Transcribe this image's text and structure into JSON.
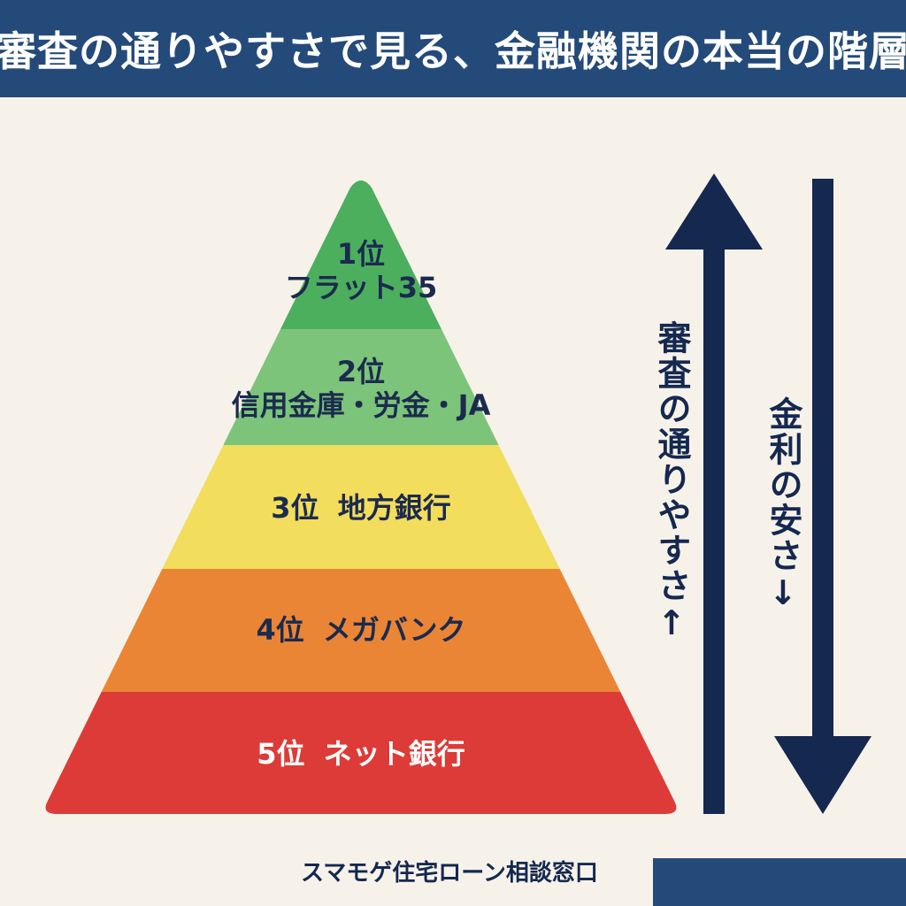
{
  "header": {
    "title": "審査の通りやすさで見る、金融機関の本当の階層"
  },
  "pyramid": {
    "tiers": [
      {
        "rank": "1位",
        "name": "フラット35",
        "color": "#4caf5e"
      },
      {
        "rank": "2位",
        "name": "信用金庫・労金・JA",
        "color": "#7cc47a"
      },
      {
        "rank": "3位",
        "name": "地方銀行",
        "color": "#f2dd5c"
      },
      {
        "rank": "4位",
        "name": "メガバンク",
        "color": "#ea8535"
      },
      {
        "rank": "5位",
        "name": "ネット銀行",
        "color": "#dd3b37"
      }
    ]
  },
  "arrows": {
    "left_label": "審査の通りやすさ↑",
    "right_label": "金利の安さ↓",
    "color": "#142850"
  },
  "footer": {
    "text": "スマモゲ住宅ローン相談窓口"
  },
  "colors": {
    "header_bg": "#244a7a",
    "page_bg": "#f7f2e9",
    "text_dark": "#1b2a4e"
  }
}
